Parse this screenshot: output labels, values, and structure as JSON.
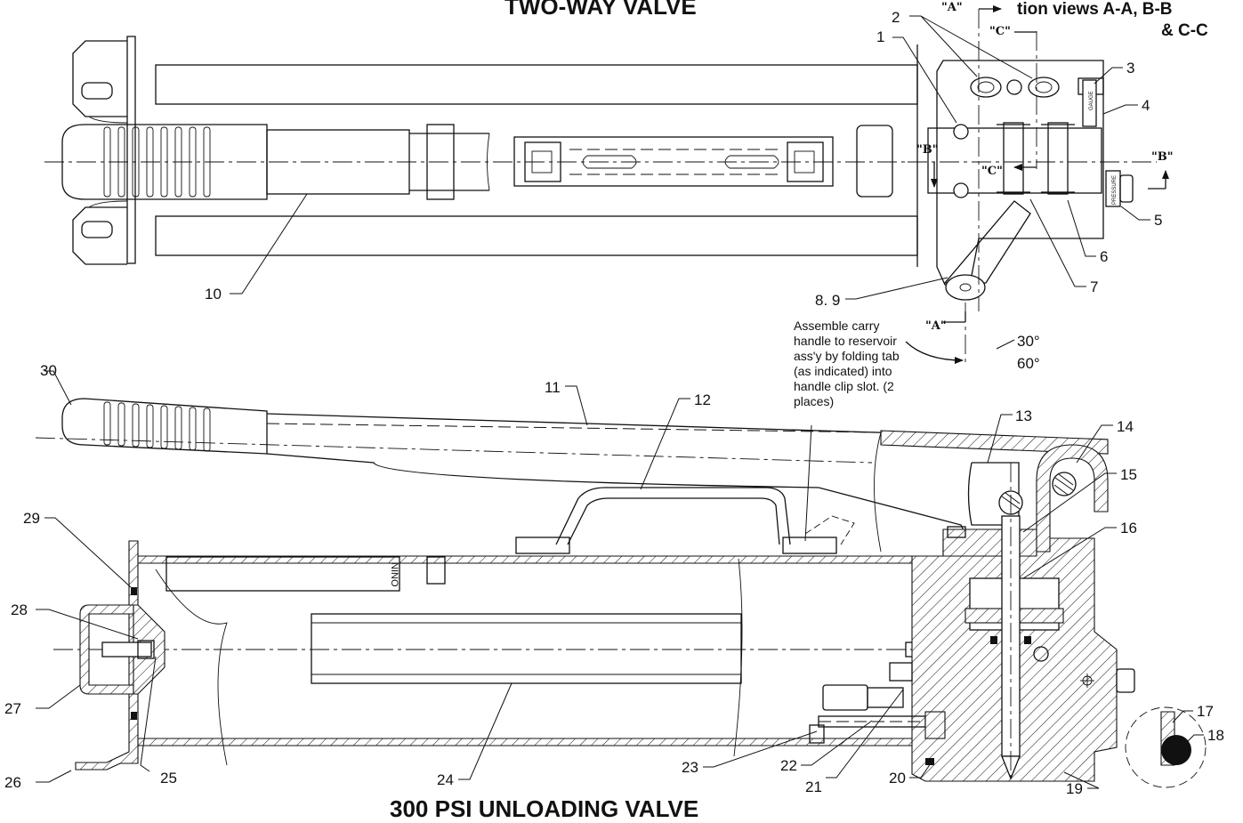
{
  "titles": {
    "top": "TWO-WAY VALVE",
    "bottom": "300 PSI UNLOADING VALVE",
    "corner_line1": "tion views A-A, B-B",
    "corner_line2": "& C-C"
  },
  "section_markers": {
    "a_top": "\"A\"",
    "a_bottom": "\"A\"",
    "b_left": "\"B\"",
    "b_right": "\"B\"",
    "c_top": "\"C\"",
    "c_mid": "\"C\""
  },
  "part_labels": {
    "gauge": "GAUGE",
    "pressure": "PRESSURE",
    "reservoir_text": "NINO"
  },
  "note": {
    "line1": "Assemble carry",
    "line2": "handle to reservoir",
    "line3": "ass'y by folding tab",
    "line4": "(as indicated) into",
    "line5": "handle clip slot. (2",
    "line6": "places)"
  },
  "angles": {
    "first": "30°",
    "second": "60°"
  },
  "callouts": {
    "c1": "1",
    "c2": "2",
    "c3": "3",
    "c4": "4",
    "c5": "5",
    "c6": "6",
    "c7": "7",
    "c8": "8. 9",
    "c10": "10",
    "c11": "11",
    "c12": "12",
    "c13": "13",
    "c14": "14",
    "c15": "15",
    "c16": "16",
    "c17": "17",
    "c18": "18",
    "c19": "19",
    "c20": "20",
    "c21": "21",
    "c22": "22",
    "c23": "23",
    "c24": "24",
    "c25": "25",
    "c26": "26",
    "c27": "27",
    "c28": "28",
    "c29": "29",
    "c30": "30"
  }
}
